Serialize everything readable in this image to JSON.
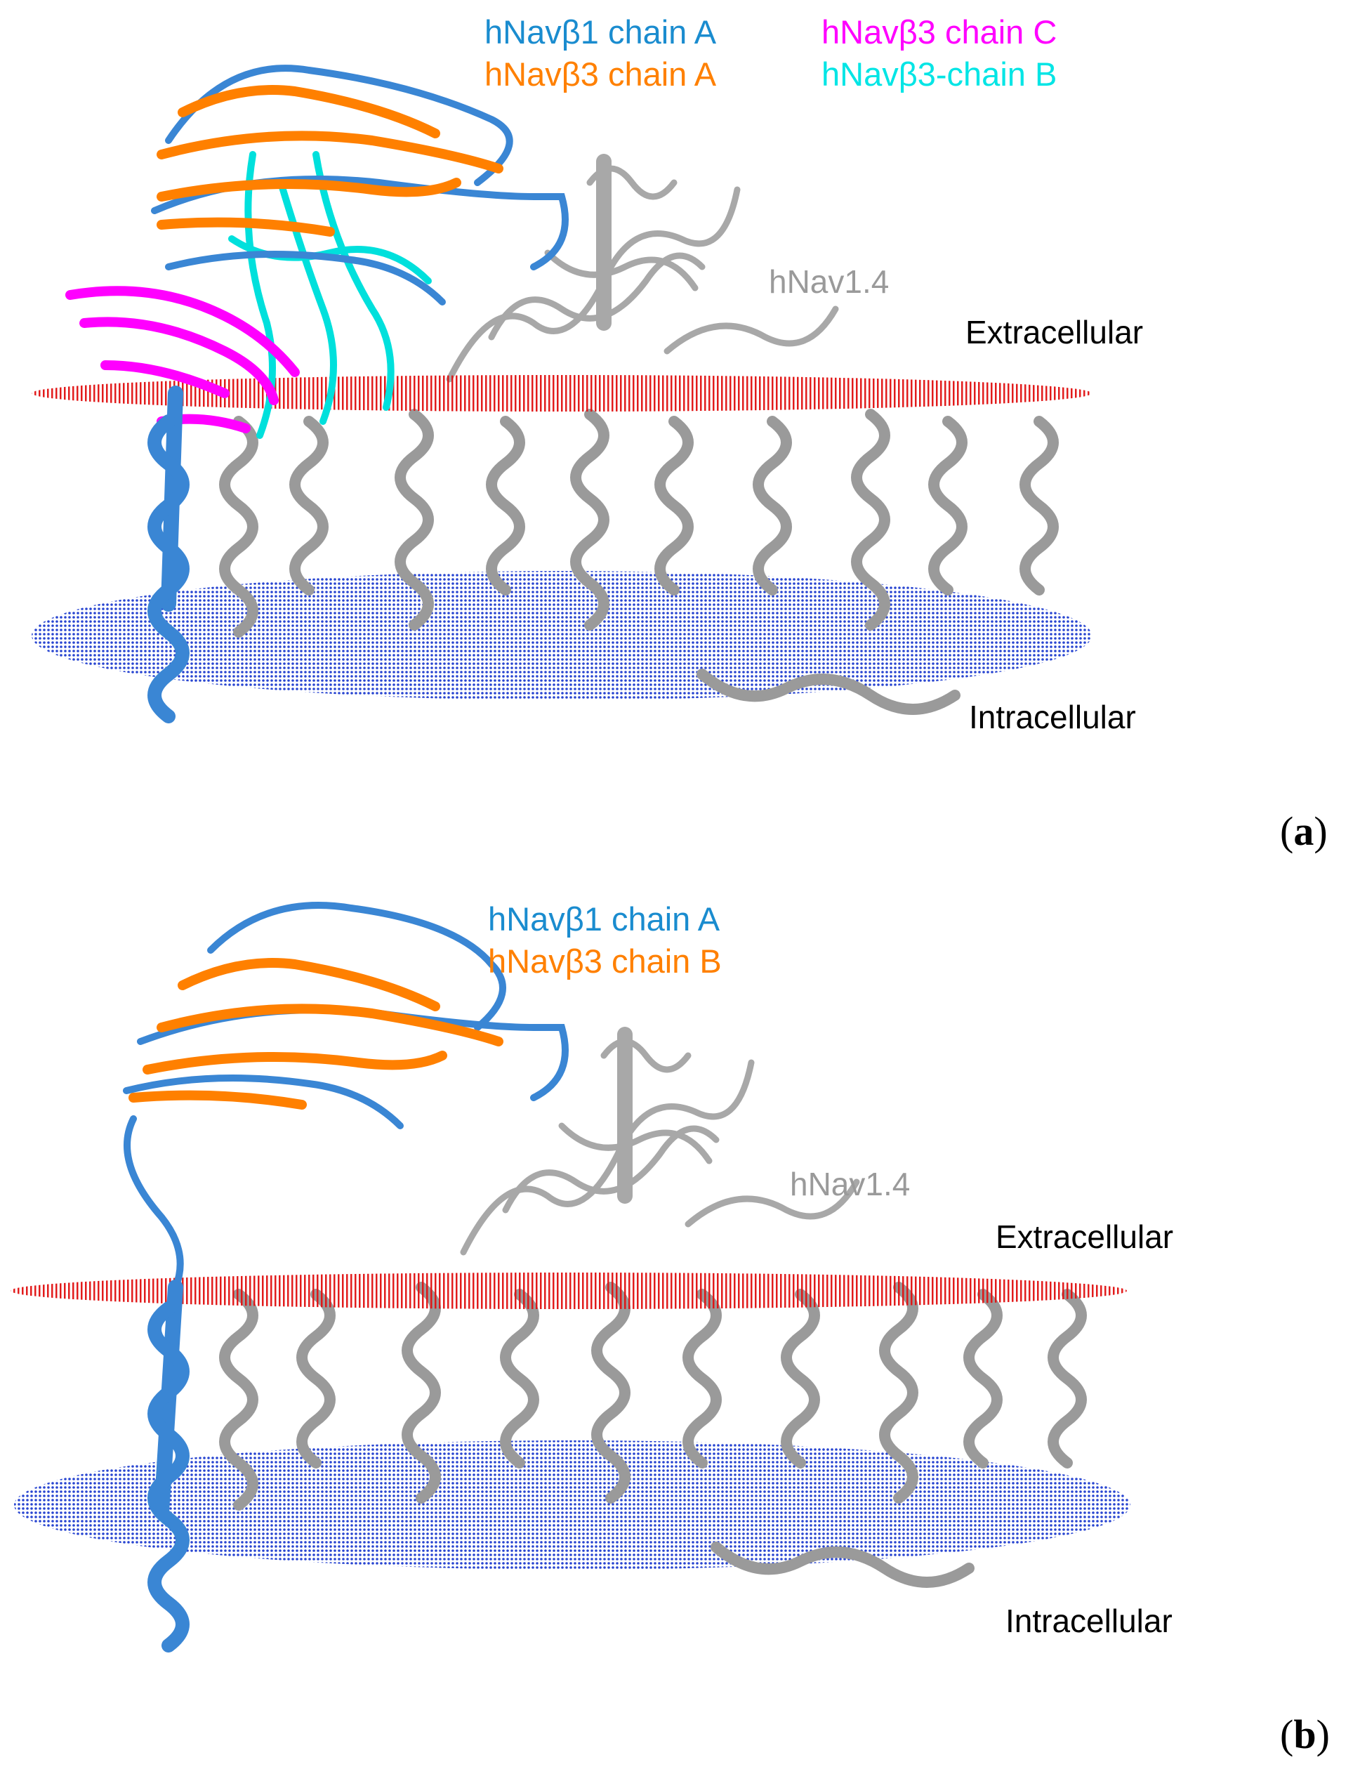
{
  "colors": {
    "beta1_chain_A": "#3a86d4",
    "beta3_chain_A": "#ff8000",
    "beta3_chain_B": "#00e0dc",
    "beta3_chain_C": "#ff00ff",
    "nav14": "#9a9a9a",
    "extracellular_plane": "#e01010",
    "intracellular_plane": "#1030cc"
  },
  "panels": [
    {
      "letter": "a",
      "legend": [
        {
          "text": "hNavβ1 chain A",
          "color": "#1a8ccf"
        },
        {
          "text": "hNavβ3 chain A",
          "color": "#ff8000"
        },
        {
          "text": "hNavβ3 chain C",
          "color": "#ff00ff"
        },
        {
          "text": "hNavβ3-chain B",
          "color": "#00e5e5"
        }
      ],
      "protein_label": "hNav1.4",
      "extracellular_label": "Extracellular",
      "intracellular_label": "Intracellular"
    },
    {
      "letter": "b",
      "legend": [
        {
          "text": "hNavβ1 chain A",
          "color": "#1a8ccf"
        },
        {
          "text": "hNavβ3 chain B",
          "color": "#ff8000"
        }
      ],
      "protein_label": "hNav1.4",
      "extracellular_label": "Extracellular",
      "intracellular_label": "Intracellular"
    }
  ]
}
